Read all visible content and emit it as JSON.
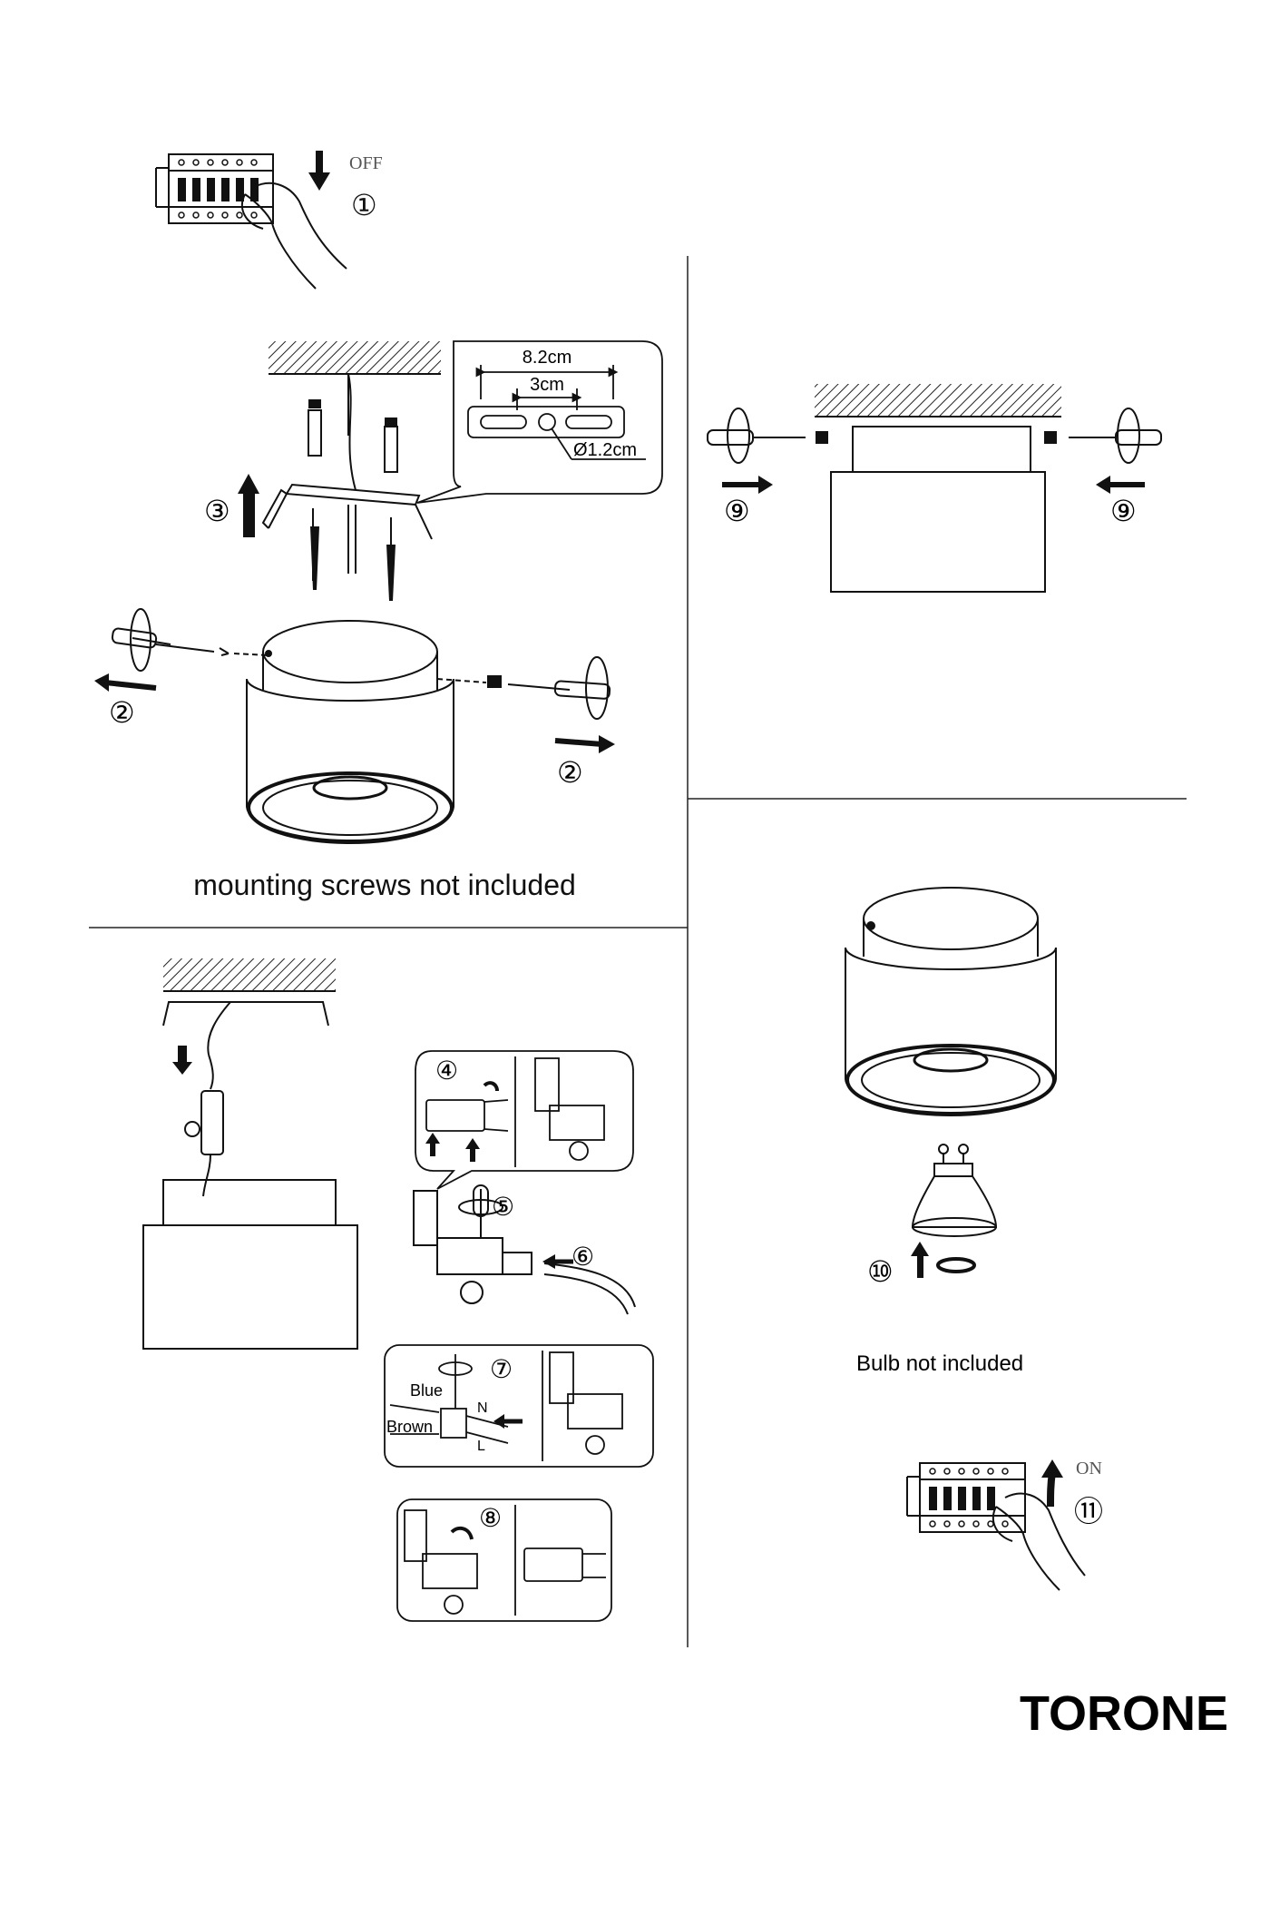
{
  "steps": {
    "s1": {
      "num": "①",
      "label": "OFF"
    },
    "s2": {
      "num": "②"
    },
    "s3": {
      "num": "③"
    },
    "s4": {
      "num": "④"
    },
    "s5": {
      "num": "⑤"
    },
    "s6": {
      "num": "⑥"
    },
    "s7": {
      "num": "⑦"
    },
    "s8": {
      "num": "⑧"
    },
    "s9": {
      "num": "⑨"
    },
    "s10": {
      "num": "⑩"
    },
    "s11": {
      "num": "⑪",
      "label": "ON"
    }
  },
  "bracket": {
    "width": "8.2cm",
    "spacing": "3cm",
    "hole": "Ø1.2cm"
  },
  "wiring": {
    "blue": "Blue",
    "brown": "Brown",
    "neutral": "N",
    "live": "L"
  },
  "notes": {
    "screws": "mounting screws not included",
    "bulb": "Bulb not included"
  },
  "brand": "TORONE"
}
